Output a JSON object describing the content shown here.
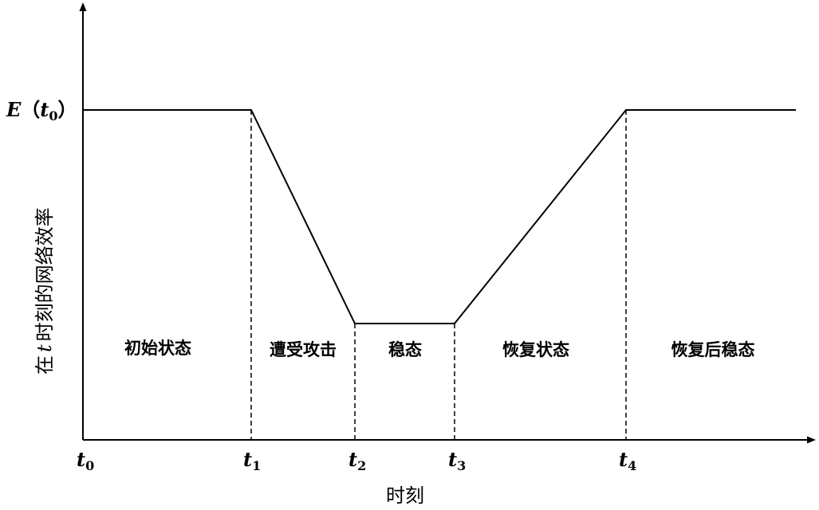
{
  "y_axis": {
    "label_prefix": "在",
    "label_var": "t",
    "label_suffix": "时刻的网络效率",
    "tick_var": "E",
    "tick_open": "（",
    "tick_sub_var": "t",
    "tick_sub": "0",
    "tick_close": "）"
  },
  "x_axis": {
    "label": "时刻",
    "ticks": [
      {
        "var": "t",
        "sub": "0"
      },
      {
        "var": "t",
        "sub": "1"
      },
      {
        "var": "t",
        "sub": "2"
      },
      {
        "var": "t",
        "sub": "3"
      },
      {
        "var": "t",
        "sub": "4"
      }
    ]
  },
  "phases": [
    "初始状态",
    "遭受攻击",
    "稳态",
    "恢复状态",
    "恢复后稳态"
  ],
  "colors": {
    "line": "#000000",
    "background": "#ffffff"
  }
}
